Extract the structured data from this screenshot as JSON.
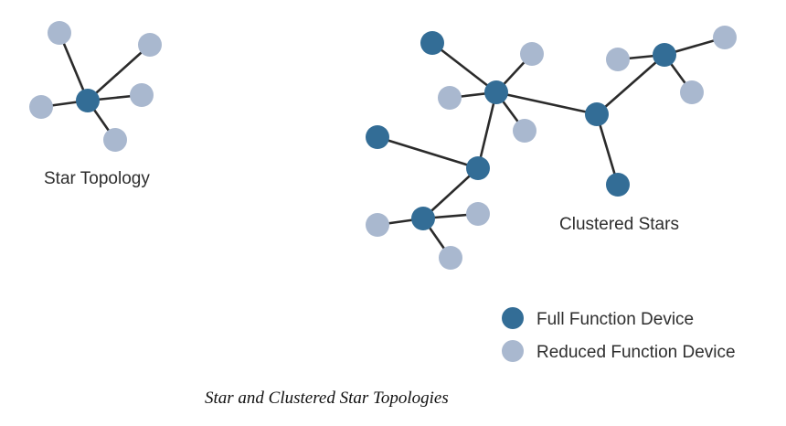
{
  "colors": {
    "full_function": "#336d96",
    "reduced_function": "#a9b8cf",
    "edge": "#2b2b2b"
  },
  "labels": {
    "star": "Star Topology",
    "clustered": "Clustered Stars"
  },
  "legend": {
    "full": "Full Function Device",
    "reduced": "Reduced Function Device"
  },
  "caption": "Star and Clustered Star Topologies"
}
